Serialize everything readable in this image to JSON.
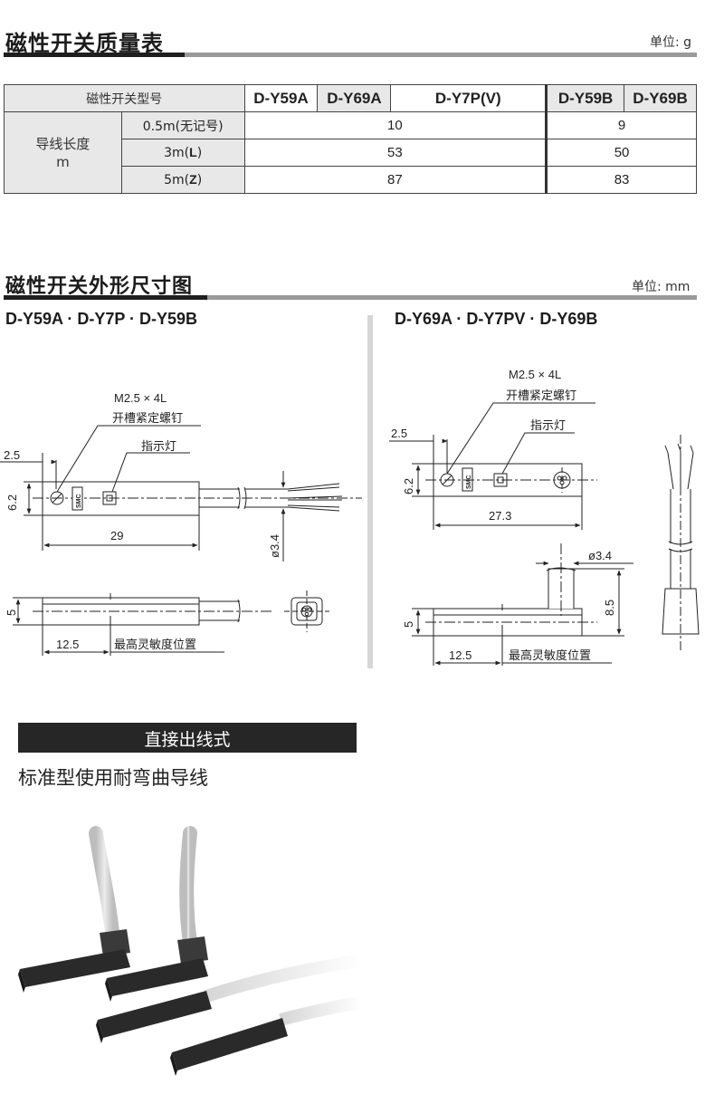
{
  "mass_section": {
    "title": "磁性开关质量表",
    "unit": "单位: g"
  },
  "mass_table": {
    "model_header": "磁性开关型号",
    "models": [
      "D-Y59A",
      "D-Y69A",
      "D-Y7P(V)",
      "D-Y59B",
      "D-Y69B"
    ],
    "row_group_label_line1": "导线长度",
    "row_group_label_line2": "m",
    "rows": [
      {
        "length": "0.5m(无记号)",
        "length_main": "0.5m(无记号)",
        "length_code": "",
        "group_a": "10",
        "group_b": "9"
      },
      {
        "length_main": "3m(",
        "length_code": "L",
        "length_close": ")",
        "group_a": "53",
        "group_b": "50"
      },
      {
        "length_main": "5m(",
        "length_code": "Z",
        "length_close": ")",
        "group_a": "87",
        "group_b": "83"
      }
    ]
  },
  "dim_section": {
    "title": "磁性开关外形尺寸图",
    "unit": "单位: mm"
  },
  "left_drawing": {
    "subtitle": "D-Y59A · D-Y7P · D-Y59B",
    "screw_label": "M2.5 × 4L",
    "screw_desc": "开槽紧定螺钉",
    "indicator_label": "指示灯",
    "dim_offset": "2.5",
    "dim_height": "6.2",
    "dim_length": "29",
    "dim_cable": "ø3.4",
    "dim_thickness": "5",
    "dim_sensing": "12.5",
    "sensing_label": "最高灵敏度位置",
    "logo": "SMC"
  },
  "right_drawing": {
    "subtitle": "D-Y69A · D-Y7PV · D-Y69B",
    "screw_label": "M2.5 × 4L",
    "screw_desc": "开槽紧定螺钉",
    "indicator_label": "指示灯",
    "dim_offset": "2.5",
    "dim_height": "6.2",
    "dim_length": "27.3",
    "dim_cable": "ø3.4",
    "dim_thickness": "5",
    "dim_total": "8.5",
    "dim_sensing": "12.5",
    "sensing_label": "最高灵敏度位置",
    "logo": "SMC"
  },
  "product": {
    "tab_label": "直接出线式",
    "tagline": "标准型使用耐弯曲导线"
  },
  "colors": {
    "section_bar_dark": "#1f1f1f",
    "section_bar_light": "#9a9a9a",
    "table_header_gray": "#e8e8e8",
    "tab_black": "#262626",
    "sensor_body": "#2a2a2a",
    "cable_gray": "#d9d9d9"
  }
}
